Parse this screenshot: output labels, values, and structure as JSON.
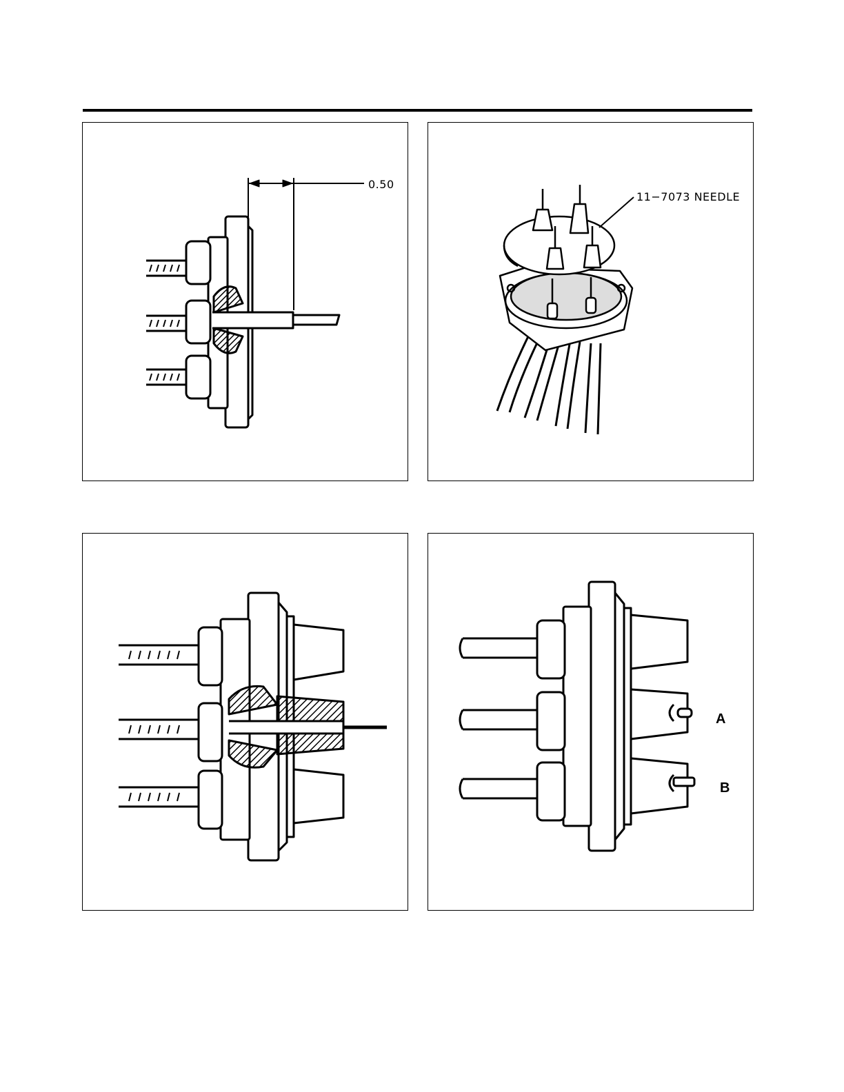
{
  "figures": {
    "fig1": {
      "dimension_label": "0.50"
    },
    "fig2": {
      "needle_label": "11−7073 NEEDLE"
    },
    "fig4": {
      "callout_a": "A",
      "callout_b": "B"
    }
  }
}
